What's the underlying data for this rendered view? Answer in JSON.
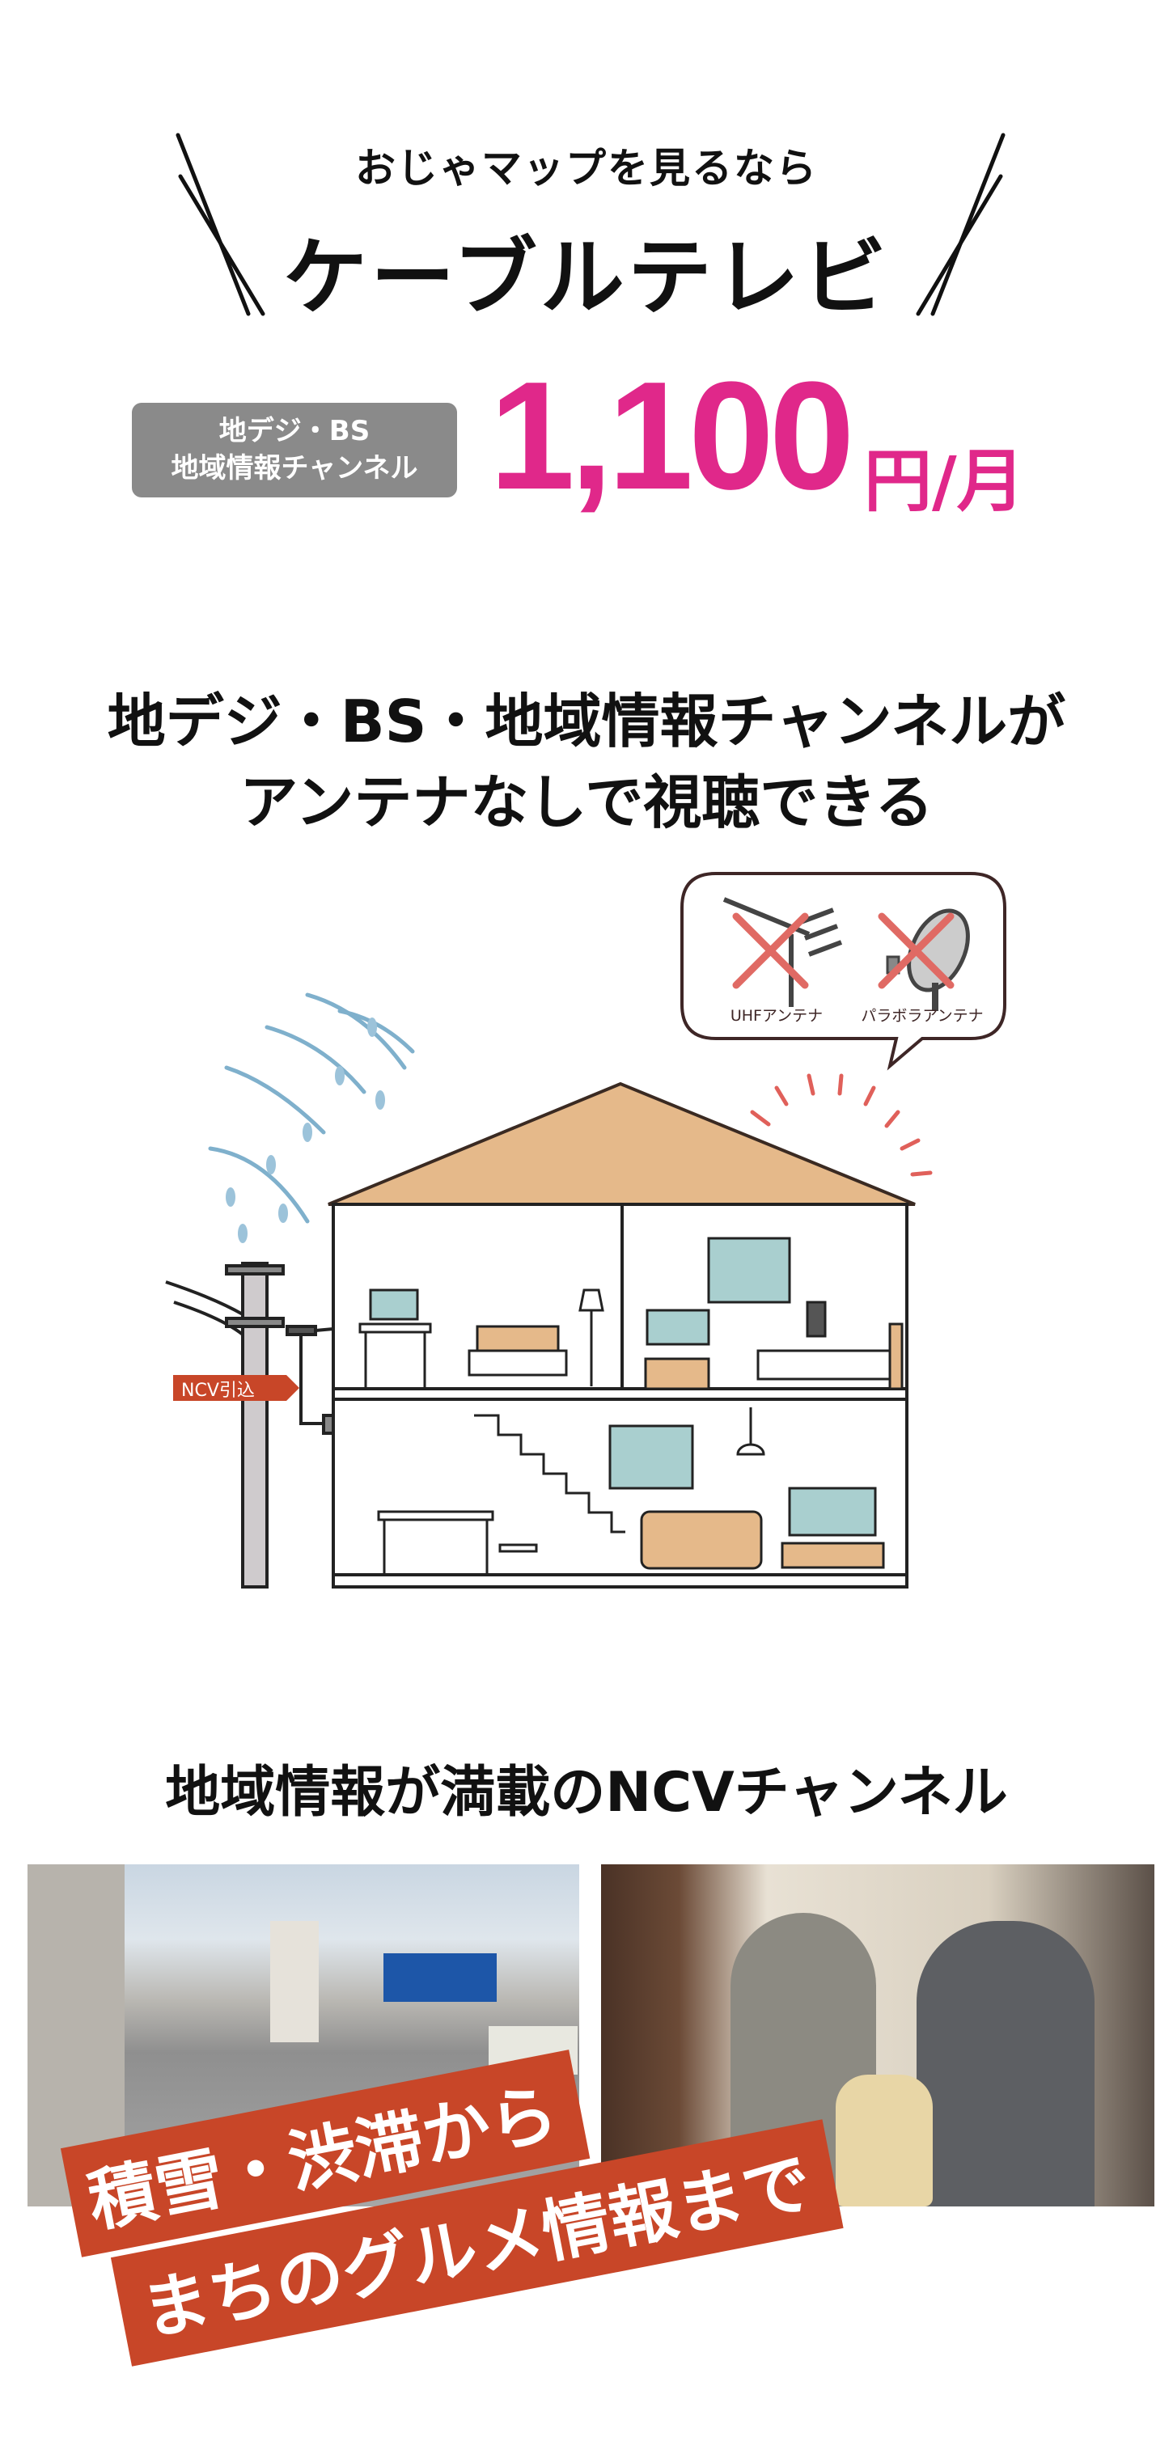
{
  "header": {
    "lead": "おじゃマップを見るなら",
    "title": "ケーブルテレビ"
  },
  "pricing": {
    "badge_line1": "地デジ・BS",
    "badge_line2": "地域情報チャンネル",
    "price": "1,100",
    "unit": "円/月"
  },
  "feature": {
    "heading_line1": "地デジ・BS・地域情報チャンネルが",
    "heading_line2": "アンテナなしで視聴できる",
    "bubble_items": [
      {
        "label": "UHFアンテナ",
        "icon": "uhf-antenna-icon"
      },
      {
        "label": "パラボラアンテナ",
        "icon": "parabolic-antenna-icon"
      }
    ],
    "pole_tag": "NCV引込"
  },
  "channel": {
    "heading": "地域情報が満載のNCVチャンネル",
    "banner_line1": "積雪・渋滞から",
    "banner_line2": "まちのグルメ情報まで"
  },
  "colors": {
    "accent": "#e0288a",
    "badge": "#8a8a8a",
    "banner": "#c84628",
    "roof": "#e5b98a",
    "cross": "#e06a64"
  }
}
